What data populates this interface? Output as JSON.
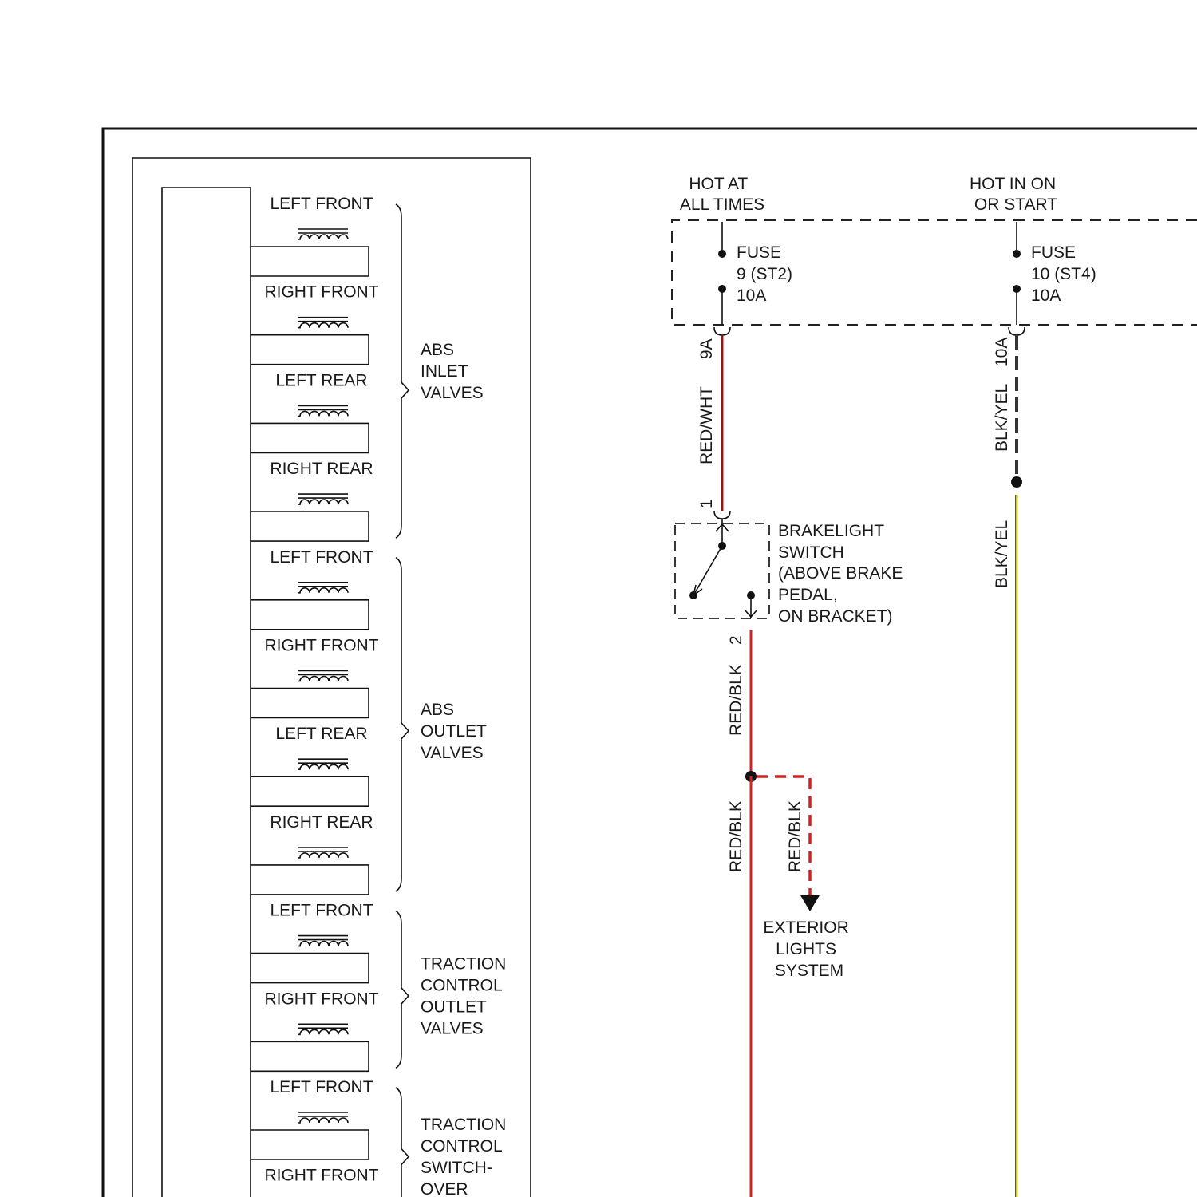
{
  "colors": {
    "red_wire": "#d42020",
    "yellow_wire": "#d6d100",
    "black_wire": "#333333",
    "line": "#111111"
  },
  "valve_groups": [
    {
      "label_lines": [
        "ABS",
        "INLET",
        "VALVES"
      ],
      "valves": [
        "LEFT FRONT",
        "RIGHT FRONT",
        "LEFT REAR",
        "RIGHT REAR"
      ]
    },
    {
      "label_lines": [
        "ABS",
        "OUTLET",
        "VALVES"
      ],
      "valves": [
        "LEFT FRONT",
        "RIGHT FRONT",
        "LEFT REAR",
        "RIGHT REAR"
      ]
    },
    {
      "label_lines": [
        "TRACTION",
        "CONTROL",
        "OUTLET",
        "VALVES"
      ],
      "valves": [
        "LEFT FRONT",
        "RIGHT FRONT"
      ]
    },
    {
      "label_lines": [
        "TRACTION",
        "CONTROL",
        "SWITCH-",
        "OVER"
      ],
      "valves": [
        "LEFT FRONT",
        "RIGHT FRONT"
      ]
    }
  ],
  "power": {
    "hot_at_all_times": [
      "HOT AT",
      "ALL TIMES"
    ],
    "hot_in_on_or_start": [
      "HOT IN ON",
      "OR START"
    ]
  },
  "fuses": {
    "fuse9": [
      "FUSE",
      "9 (ST2)",
      "10A"
    ],
    "fuse10": [
      "FUSE",
      "10 (ST4)",
      "10A"
    ]
  },
  "wires": {
    "red_wht": "RED/WHT",
    "red_blk_upper": "RED/BLK",
    "red_blk_lower": "RED/BLK",
    "red_blk_branch": "RED/BLK",
    "blk_yel_upper": "BLK/YEL",
    "blk_yel_lower": "BLK/YEL"
  },
  "connectors": {
    "c9a": "9A",
    "c10a": "10A",
    "pin1": "1",
    "pin2": "2"
  },
  "brakelight_switch": [
    "BRAKELIGHT",
    "SWITCH",
    "(ABOVE BRAKE",
    "PEDAL,",
    "ON BRACKET)"
  ],
  "exterior_lights": [
    "EXTERIOR",
    "LIGHTS",
    "SYSTEM"
  ]
}
